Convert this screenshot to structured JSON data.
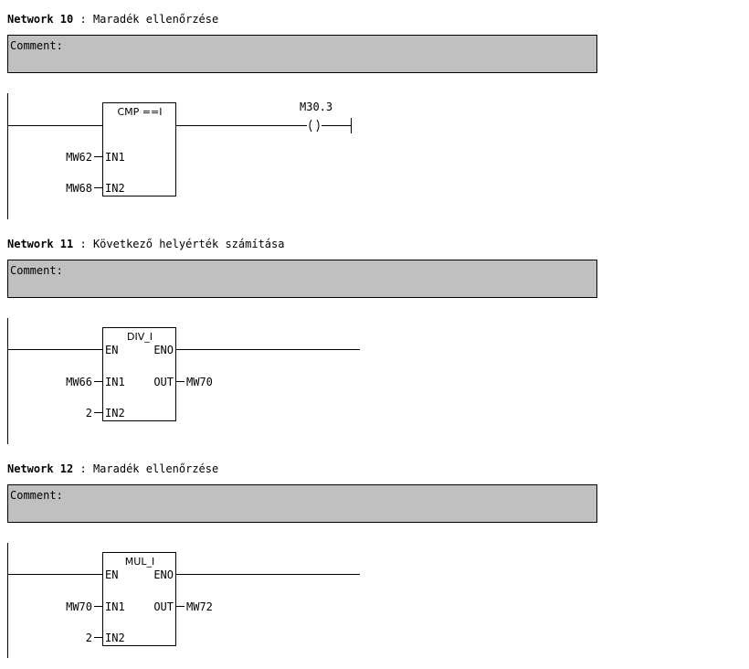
{
  "networks": [
    {
      "number_label": "Network 10",
      "separator": ":",
      "title": "Maradék ellenőrzése",
      "comment_label": "Comment:",
      "block_title": "CMP ==I",
      "in1_label": "IN1",
      "in2_label": "IN2",
      "in1_operand": "MW62",
      "in2_operand": "MW68",
      "coil_operand": "M30.3",
      "coil_symbol": "( )"
    },
    {
      "number_label": "Network 11",
      "separator": ":",
      "title": "Következő helyérték számítása",
      "comment_label": "Comment:",
      "block_title": "DIV_I",
      "en_label": "EN",
      "eno_label": "ENO",
      "in1_label": "IN1",
      "in2_label": "IN2",
      "out_label": "OUT",
      "in1_operand": "MW66",
      "in2_operand": "2",
      "out_operand": "MW70"
    },
    {
      "number_label": "Network 12",
      "separator": ":",
      "title": "Maradék ellenőrzése",
      "comment_label": "Comment:",
      "block_title": "MUL_I",
      "en_label": "EN",
      "eno_label": "ENO",
      "in1_label": "IN1",
      "in2_label": "IN2",
      "out_label": "OUT",
      "in1_operand": "MW70",
      "in2_operand": "2",
      "out_operand": "MW72"
    }
  ]
}
